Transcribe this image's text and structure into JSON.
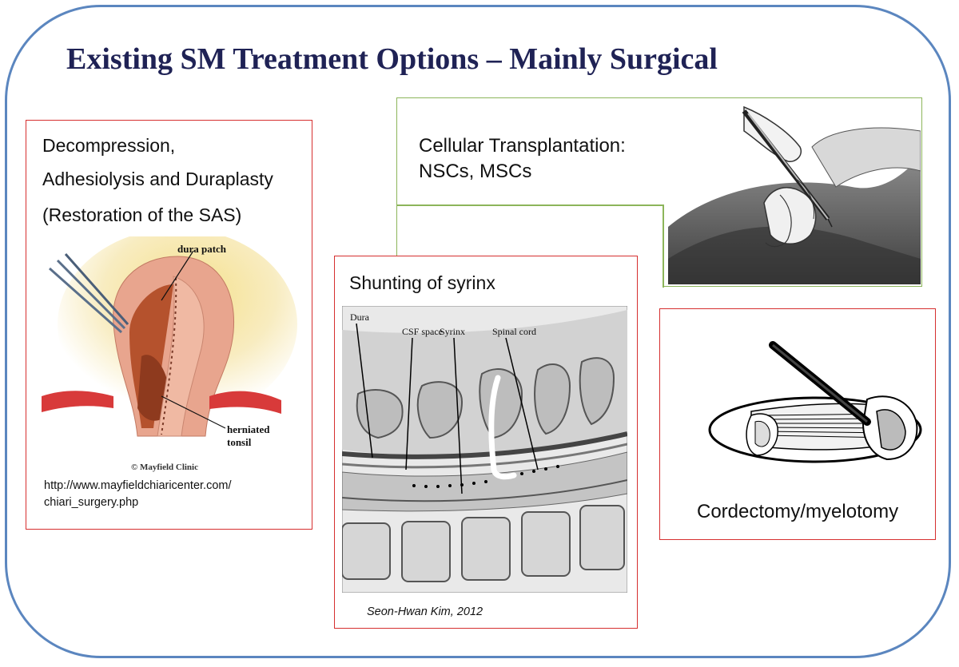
{
  "slide": {
    "title": "Existing SM Treatment Options – Mainly Surgical"
  },
  "panels": {
    "decompression": {
      "line1": "Decompression,",
      "line2": "Adhesiolysis and Duraplasty",
      "line3": "(Restoration of the SAS)",
      "label_dura_patch": "dura patch",
      "label_herniated": "herniated",
      "label_tonsil": "tonsil",
      "watermark": "© Mayfield Clinic",
      "url_line1": "http://www.mayfieldchiaricenter.com/",
      "url_line2": "chiari_surgery.php"
    },
    "transplantation": {
      "line1": "Cellular Transplantation:",
      "line2": "NSCs, MSCs"
    },
    "shunting": {
      "title": "Shunting of syrinx",
      "label_dura": "Dura",
      "label_csf": "CSF space",
      "label_syrinx": "Syrinx",
      "label_cord": "Spinal cord",
      "citation": "Seon-Hwan Kim, 2012"
    },
    "cordectomy": {
      "caption": "Cordectomy/myelotomy"
    }
  },
  "colors": {
    "frame": "#5b86bf",
    "title": "#1f2255",
    "panel_border_red": "#d62f2f",
    "panel_border_green": "#8cb55a"
  }
}
